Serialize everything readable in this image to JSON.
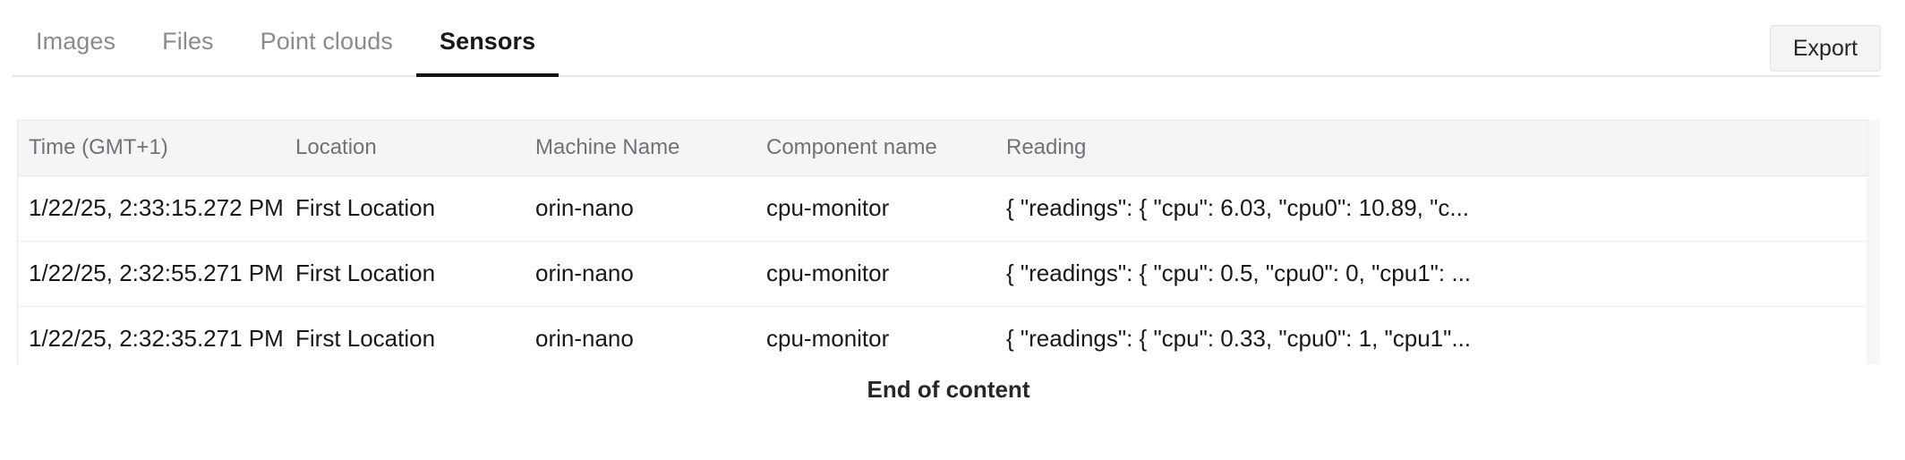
{
  "tabs": {
    "items": [
      {
        "label": "Images",
        "active": false
      },
      {
        "label": "Files",
        "active": false
      },
      {
        "label": "Point clouds",
        "active": false
      },
      {
        "label": "Sensors",
        "active": true
      }
    ]
  },
  "toolbar": {
    "export_label": "Export"
  },
  "table": {
    "columns": [
      "Time (GMT+1)",
      "Location",
      "Machine Name",
      "Component name",
      "Reading"
    ],
    "rows": [
      {
        "time": "1/22/25, 2:33:15.272 PM",
        "location": "First Location",
        "machine_name": "orin-nano",
        "component_name": "cpu-monitor",
        "reading": "{ \"readings\": { \"cpu\": 6.03, \"cpu0\": 10.89, \"c..."
      },
      {
        "time": "1/22/25, 2:32:55.271 PM",
        "location": "First Location",
        "machine_name": "orin-nano",
        "component_name": "cpu-monitor",
        "reading": "{ \"readings\": { \"cpu\": 0.5, \"cpu0\": 0, \"cpu1\": ..."
      },
      {
        "time": "1/22/25, 2:32:35.271 PM",
        "location": "First Location",
        "machine_name": "orin-nano",
        "component_name": "cpu-monitor",
        "reading": "{ \"readings\": { \"cpu\": 0.33, \"cpu0\": 1, \"cpu1\"..."
      }
    ]
  },
  "footer": {
    "end_of_content": "End of content"
  },
  "colors": {
    "active_tab": "#18181b",
    "inactive_tab": "#8a8a8f",
    "header_bg": "#f5f5f6",
    "header_text": "#71717a",
    "border": "#e8e8ea",
    "button_bg": "#f4f4f5"
  }
}
